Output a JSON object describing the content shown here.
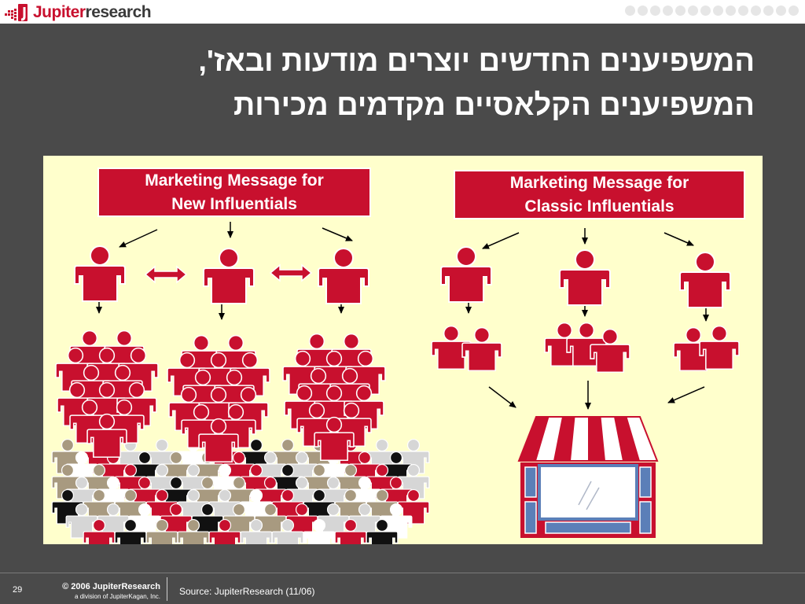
{
  "header": {
    "logo_text_accent": "Jupiter",
    "logo_text_main": "research",
    "logo_icon": "jupiter-logo-icon",
    "nav_dots_count": 14
  },
  "slide": {
    "title_line1": "המשפיענים החדשים יוצרים מודעות ובאז',",
    "title_line2": "המשפיענים הקלאסיים מקדמים מכירות"
  },
  "diagram": {
    "left": {
      "label_line1": "Marketing Message for",
      "label_line2": "New Influentials"
    },
    "right": {
      "label_line1": "Marketing Message for",
      "label_line2": "Classic Influentials"
    },
    "icons": [
      "person-icon",
      "double-arrow-icon",
      "arrow-icon",
      "store-icon"
    ]
  },
  "footer": {
    "slide_number": "29",
    "copyright": "© 2006 JupiterResearch",
    "division": "a division of JupiterKagan, Inc.",
    "source": "Source: JupiterResearch (11/06)"
  },
  "colors": {
    "background": "#4a4a4a",
    "panel": "#ffffcc",
    "accent_red": "#c8102e",
    "crowd_tan": "#a89a80",
    "crowd_gray": "#d6d6d6",
    "crowd_black": "#111111",
    "store_blue": "#5b7fb8"
  }
}
